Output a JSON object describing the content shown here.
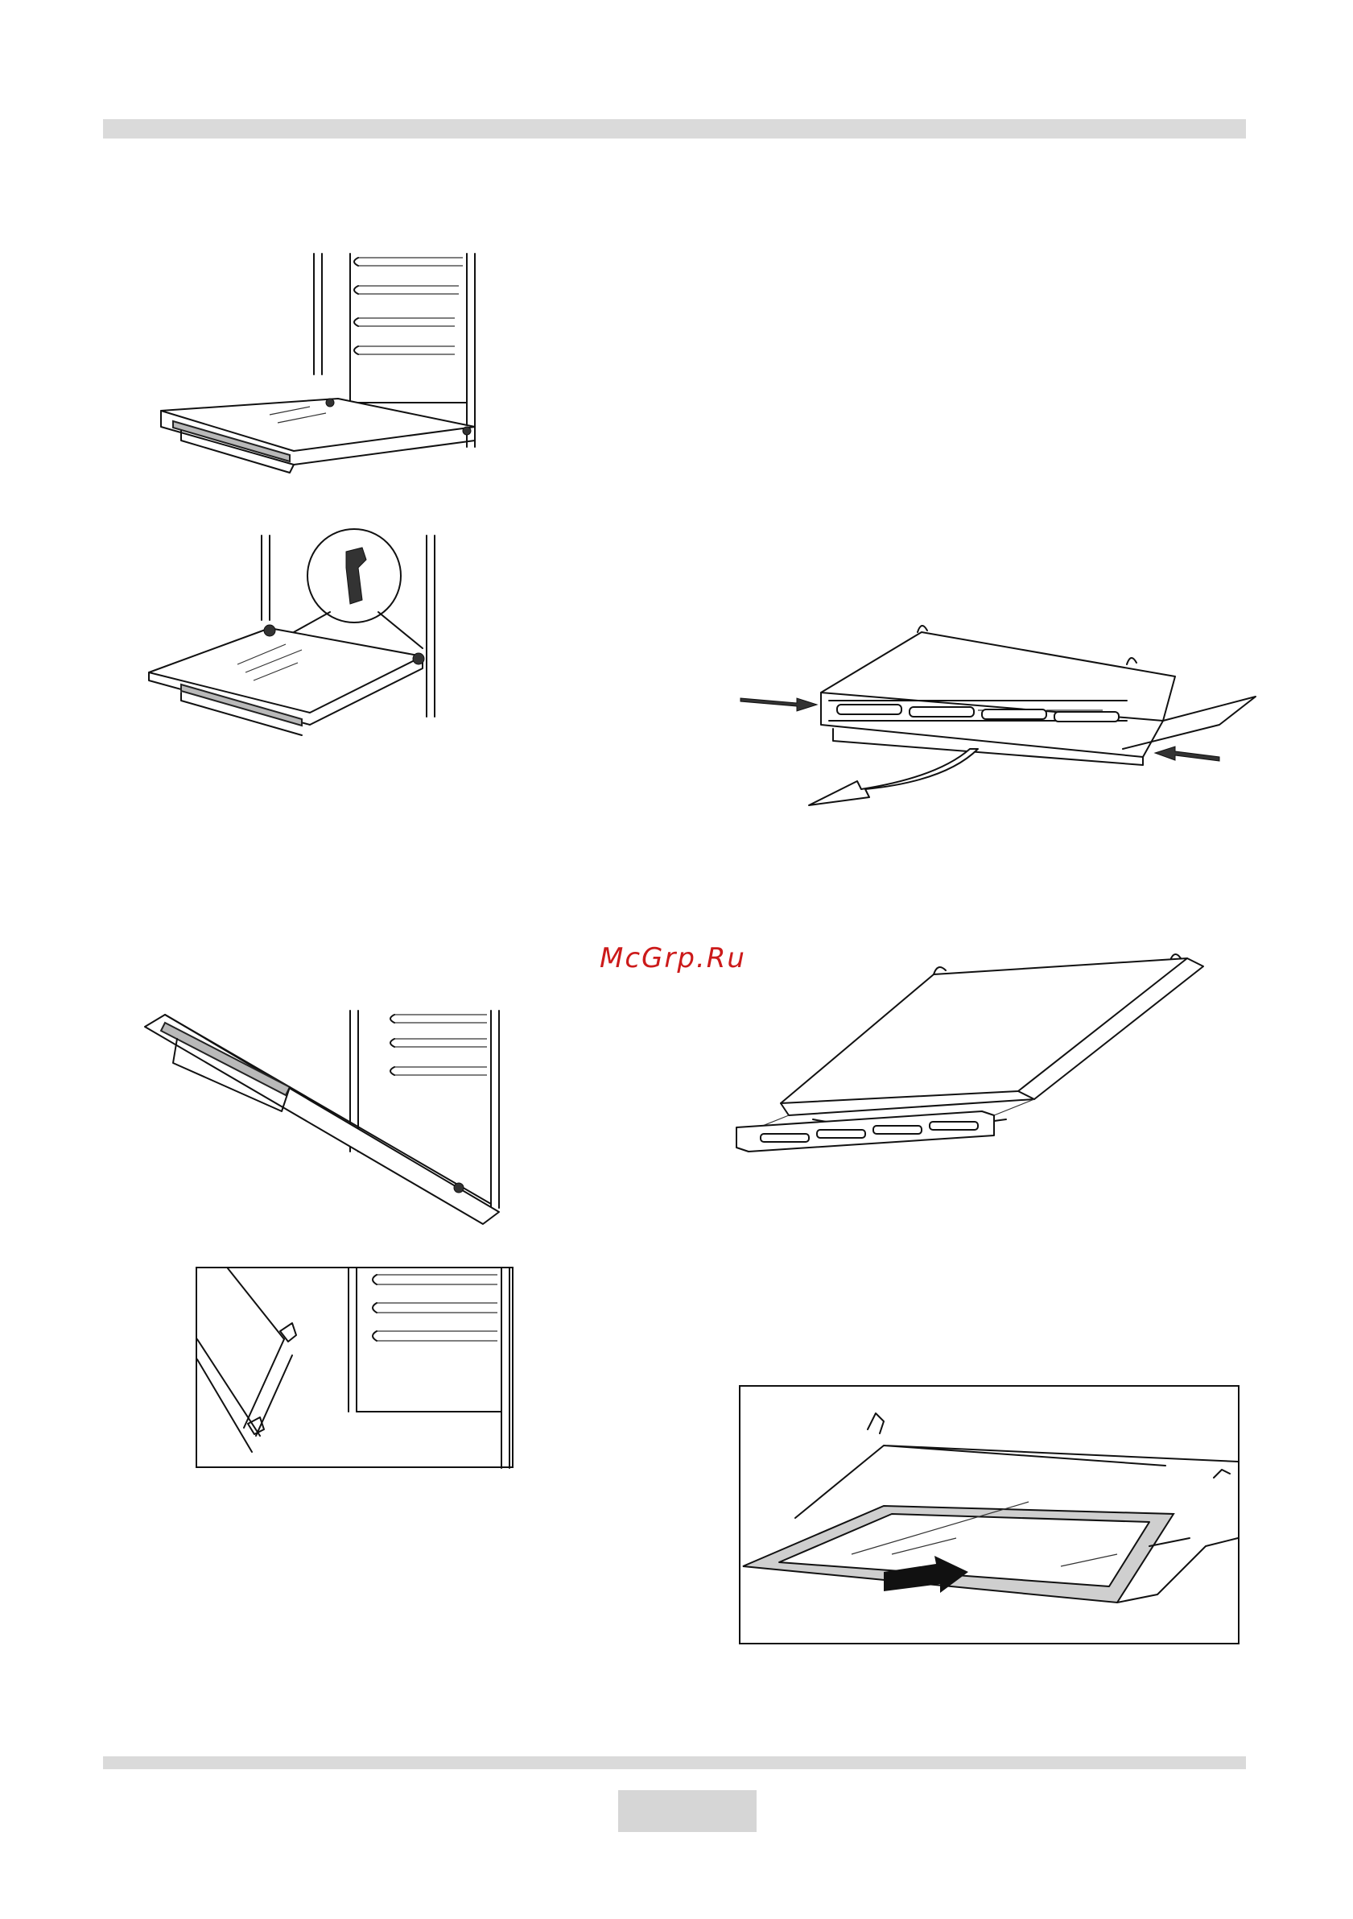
{
  "watermark": "McGrp.Ru",
  "colors": {
    "header_bar": "#dadada",
    "watermark": "#cc1a1a",
    "page_box": "#d6d6d6"
  },
  "figures": [
    "oven-door-open-illustration",
    "oven-door-hinge-lock-illustration",
    "door-inner-panel-release-illustration",
    "door-lifted-off-illustration",
    "door-hinge-detail-illustration",
    "door-top-trim-removal-illustration",
    "glass-panel-removal-illustration"
  ]
}
